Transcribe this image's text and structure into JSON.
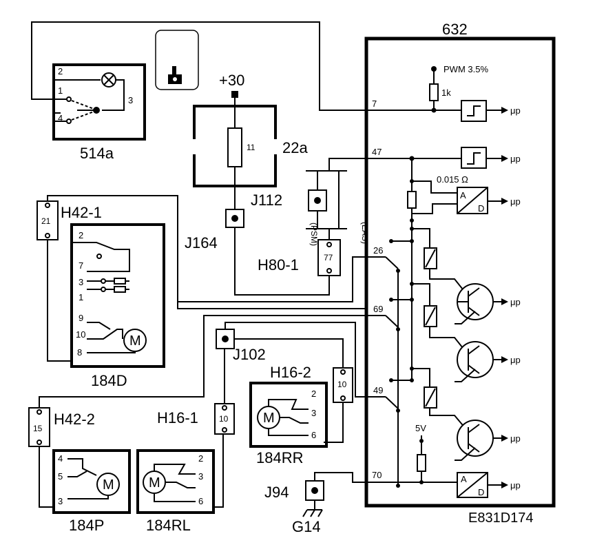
{
  "module_632": {
    "id": "632",
    "pins": {
      "p7": "7",
      "p47": "47",
      "p26": "26",
      "p69": "69",
      "p49": "49",
      "p70": "70"
    },
    "pwm": "PWM 3.5%",
    "resistor_1k": "1k",
    "shunt": "0.015 Ω",
    "mu_p": "μp",
    "ad_a": "A",
    "ad_d": "D",
    "five_v": "5V"
  },
  "switch_514a": {
    "id": "514a",
    "pins": [
      "2",
      "1",
      "4",
      "3"
    ]
  },
  "fuse_22a": {
    "plus30": "+30",
    "id": "22a",
    "fuse_no": "11"
  },
  "connectors": {
    "j164": "J164",
    "j112": "J112",
    "j102": "J102",
    "j94": "J94",
    "h80_1": "H80-1",
    "h80_1_pin": "77",
    "h42_1": "H42-1",
    "h42_1_pin": "21",
    "h42_2": "H42-2",
    "h42_2_pin": "15",
    "h16_1": "H16-1",
    "h16_1_pin": "10",
    "h16_2": "H16-2",
    "h16_2_pin": "10",
    "psm": "(PSM)",
    "eas": "(EAS)"
  },
  "motor_184d": {
    "id": "184D",
    "pins": [
      "2",
      "7",
      "3",
      "1",
      "9",
      "10",
      "8"
    ],
    "motor": "M"
  },
  "motor_184p": {
    "id": "184P",
    "pins": [
      "4",
      "5",
      "3"
    ],
    "motor": "M"
  },
  "motor_184rl": {
    "id": "184RL",
    "pins": [
      "2",
      "3",
      "6"
    ],
    "motor": "M"
  },
  "motor_184rr": {
    "id": "184RR",
    "pins": [
      "2",
      "3",
      "6"
    ],
    "motor": "M"
  },
  "ground": "G14",
  "drawing_code": "E831D174"
}
